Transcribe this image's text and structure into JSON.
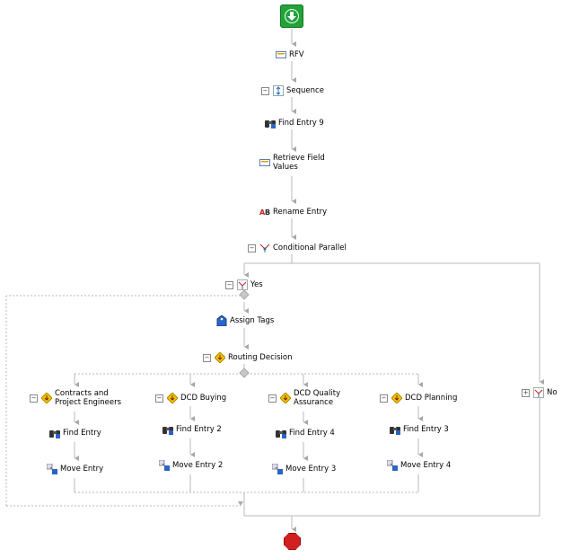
{
  "workflow": {
    "nodes": {
      "rfv": "RFV",
      "sequence": "Sequence",
      "find_entry_9": "Find Entry 9",
      "retrieve_field_values": "Retrieve Field Values",
      "rename_entry": "Rename Entry",
      "conditional_parallel": "Conditional Parallel",
      "yes_branch": "Yes",
      "no_branch": "No",
      "assign_tags": "Assign Tags",
      "routing_decision": "Routing Decision"
    },
    "routes": [
      {
        "title": "Contracts and Project Engineers",
        "find": "Find Entry",
        "move": "Move Entry"
      },
      {
        "title": "DCD Buying",
        "find": "Find Entry 2",
        "move": "Move Entry 2"
      },
      {
        "title": "DCD Quality Assurance",
        "find": "Find Entry 4",
        "move": "Move Entry 3"
      },
      {
        "title": "DCD Planning",
        "find": "Find Entry 3",
        "move": "Move Entry 4"
      }
    ],
    "colors": {
      "start": "#22a33a",
      "stop": "#d21f1f",
      "connector": "#b0b0b0",
      "decision": "#f2c200"
    }
  }
}
